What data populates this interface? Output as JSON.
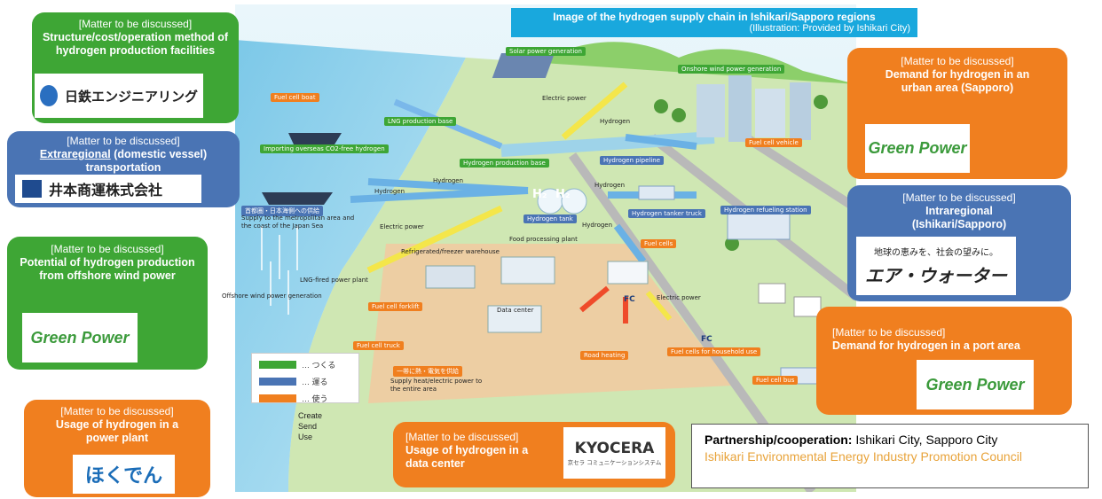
{
  "title_box": {
    "title": "Image of the hydrogen supply chain in Ishikari/Sapporo regions",
    "subtitle": "(Illustration: Provided by Ishikari City)"
  },
  "callouts": {
    "nippon_steel": {
      "heading": "[Matter to be discussed]",
      "body": "Structure/cost/operation method of hydrogen production facilities",
      "logo": "日鉄エンジニアリング"
    },
    "imoto": {
      "heading": "[Matter to be discussed]",
      "body_underlined": "Extraregional",
      "body": "(domestic vessel) transportation",
      "logo": "井本商運株式会社"
    },
    "offshore": {
      "heading": "[Matter to be discussed]",
      "body": "Potential of hydrogen production from offshore wind power",
      "logo": "Green Power"
    },
    "power_plant": {
      "heading": "[Matter to be discussed]",
      "body": "Usage of hydrogen in a power plant",
      "logo": "ほくでん"
    },
    "data_center": {
      "heading": "[Matter to be discussed]",
      "body": "Usage of hydrogen in a data center",
      "logo": "KYOCERA",
      "logo_sub": "京セラ コミュニケーションシステム"
    },
    "urban": {
      "heading": "[Matter to be discussed]",
      "body": "Demand for hydrogen in an urban area (Sapporo)",
      "logo": "Green Power"
    },
    "intraregional": {
      "heading": "[Matter to be discussed]",
      "body": "Intraregional (Ishikari/Sapporo)",
      "logo_tagline": "地球の恵みを、社会の望みに。",
      "logo": "エア・ウォーター"
    },
    "port": {
      "heading": "[Matter to be discussed]",
      "body": "Demand for hydrogen in a port area",
      "logo": "Green Power"
    }
  },
  "partnership": {
    "label": "Partnership/cooperation:",
    "cities": "Ishikari City, Sapporo City",
    "council": "Ishikari Environmental Energy Industry Promotion Council"
  },
  "legend": {
    "items": [
      {
        "color": "#3ea635",
        "jp": "… つくる"
      },
      {
        "color": "#4a74b4",
        "jp": "… 運る"
      },
      {
        "color": "#f07f1f",
        "jp": "… 使う"
      }
    ],
    "en": [
      "Create",
      "Send",
      "Use"
    ]
  },
  "illustration_labels": {
    "solar": "Solar power generation",
    "onshore_wind": "Onshore wind power generation",
    "fuel_cell_boat": "Fuel cell boat",
    "electric_power_top": "Electric power",
    "lng_base": "LNG production base",
    "hydrogen_top": "Hydrogen",
    "importing": "Importing overseas CO2-free hydrogen",
    "h2_prod_base": "Hydrogen production base",
    "pipeline": "Hydrogen pipeline",
    "fuel_cell_vehicle": "Fuel cell vehicle",
    "hydrogen_left": "Hydrogen",
    "hydrogen_mid": "Hydrogen",
    "hydrogen_right": "Hydrogen",
    "supply_jp": "首都圏・日本海側への供給",
    "supply_en": "Supply to the metropolitan area and the coast of the Japan Sea",
    "tank": "Hydrogen tank",
    "tanker_truck": "Hydrogen tanker truck",
    "refueling": "Hydrogen refueling station",
    "electric_power_mid": "Electric power",
    "food_plant": "Food processing plant",
    "freezer": "Refrigerated/freezer warehouse",
    "fuel_cells": "Fuel cells",
    "lng_plant": "LNG-fired power plant",
    "offshore_gen": "Offshore wind power generation",
    "forklift": "Fuel cell forklift",
    "data_center": "Data center",
    "electric_power_right": "Electric power",
    "fuel_truck": "Fuel cell truck",
    "road_heating": "Road heating",
    "household": "Fuel cells for household use",
    "bus": "Fuel cell bus",
    "supply_heat": "Supply heat/electric power to the entire area",
    "supply_heat_jp": "一帯に熱・電気を供給",
    "h2_glyph": "H₂",
    "fc": "FC"
  }
}
